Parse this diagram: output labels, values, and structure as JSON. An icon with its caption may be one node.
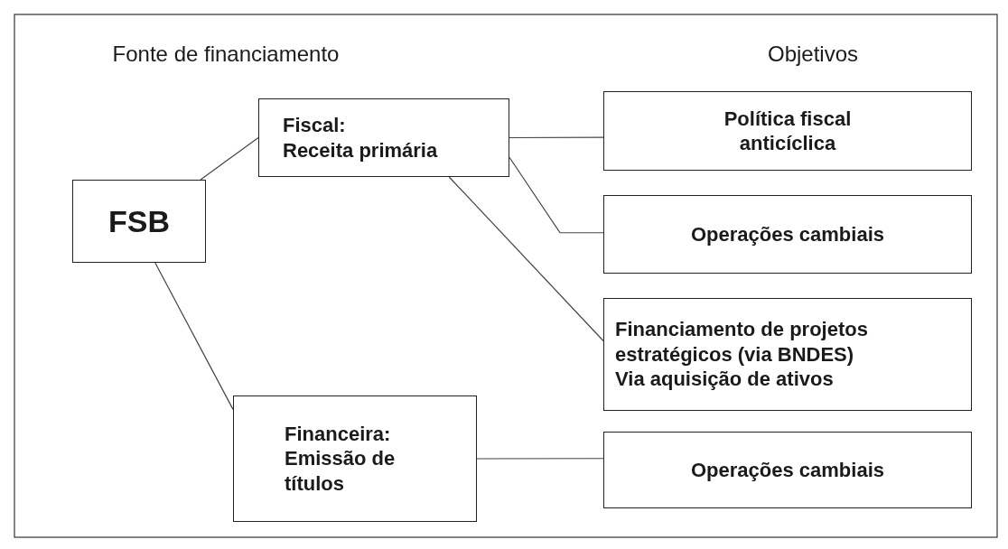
{
  "diagram": {
    "nodes": [
      {
        "text": [
          "FSB"
        ]
      },
      {
        "text": [
          "Fiscal:",
          "Receita primária"
        ]
      },
      {
        "text": [
          "Financeira:",
          "Emissão de títulos"
        ]
      },
      {
        "text": [
          "Política fiscal anticíclica"
        ]
      },
      {
        "text": [
          "Operações cambiais"
        ]
      },
      {
        "text": [
          "Financiamento de projetos estratégicos (via BNDES)",
          "Via aquisição de ativos"
        ]
      },
      {
        "text": [
          "Operações cambiais"
        ]
      }
    ],
    "edges": [
      {
        "from": 0,
        "to": 1,
        "arrow": "none"
      },
      {
        "from": 0,
        "to": 2,
        "arrow": "none"
      },
      {
        "from": 1,
        "to": 3,
        "arrow": "none"
      },
      {
        "from": 1,
        "to": 4,
        "arrow": "none"
      },
      {
        "from": 1,
        "to": 5,
        "arrow": "none"
      },
      {
        "from": 2,
        "to": 6,
        "arrow": "none"
      }
    ],
    "labels": [
      "Fonte de financiamento",
      "Objetivos"
    ]
  }
}
